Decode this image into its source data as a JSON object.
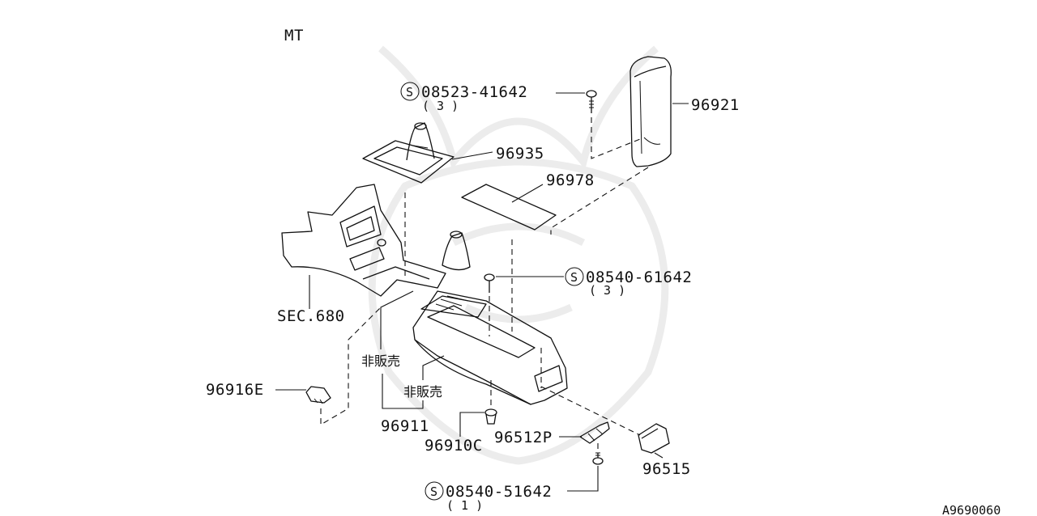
{
  "diagram": {
    "variant": "MT",
    "diagram_code": "A9690060",
    "not_for_sale_label": "非販売",
    "screw_symbol": "S",
    "parts": {
      "screw_top": {
        "number": "08523-41642",
        "qty": "( 3 )"
      },
      "screw_mid": {
        "number": "08540-61642",
        "qty": "( 3 )"
      },
      "screw_bottom": {
        "number": "08540-51642",
        "qty": "( 1 )"
      },
      "armrest": "96921",
      "boot_finisher": "96935",
      "mat": "96978",
      "section_ref": "SEC.680",
      "plug": "96916E",
      "console_box": "96911",
      "clip": "96910C",
      "bracket": "96512P",
      "ashtray": "96515"
    }
  }
}
